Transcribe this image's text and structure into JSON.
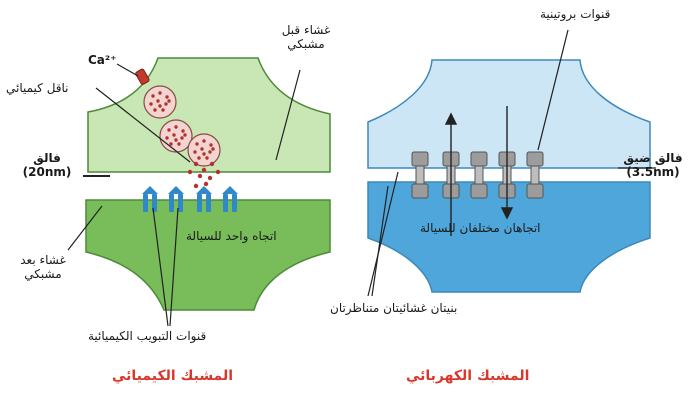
{
  "colors": {
    "chem_membrane": "#c9e7b4",
    "chem_membrane_post": "#78bd5a",
    "chem_outline": "#4d8a3a",
    "elec_membrane": "#cce6f6",
    "elec_membrane_post": "#4fa6db",
    "elec_outline": "#3f88ba",
    "caption": "#d8382a",
    "receptor": "#2f88c8",
    "vesicle": "#f2d4d0",
    "dot": "#b5322d",
    "channel": "#9c9c9c"
  },
  "chemical": {
    "caption": "المشبك الكيميائي",
    "presynaptic_membrane": "غشاء قبل\nمشبكي",
    "calcium": "Ca²⁺",
    "neurotransmitter": "ناقل كيميائي",
    "cleft": "فالق\n(20nm)",
    "postsynaptic_membrane": "غشاء بعد\nمشبكي",
    "one_direction": "اتجاه واحد للسيالة",
    "chemical_channels": "قنوات التبويب الكيميائية"
  },
  "electrical": {
    "caption": "المشبك الكهربائي",
    "protein_channels": "قنوات بروتينية",
    "narrow_cleft": "فالق ضيق\n(3.5nm)",
    "two_directions": "اتجاهان مختلفان للسيالة",
    "symmetric_membranes": "بنيتان غشائيتان متناظرتان"
  }
}
